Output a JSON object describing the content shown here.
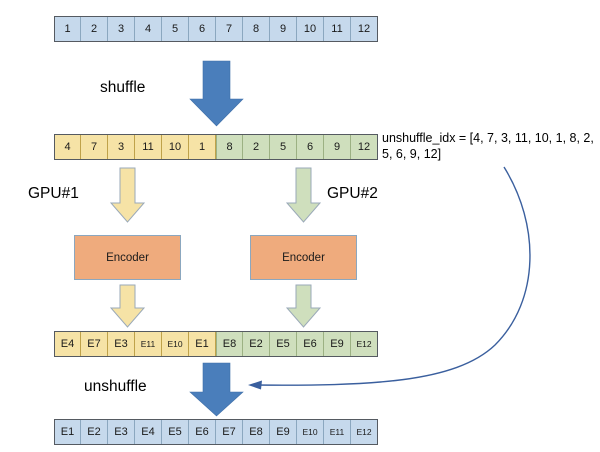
{
  "diagram": {
    "title_text": "",
    "colors": {
      "blue_fill": "#c6d9ec",
      "blue_border": "#8ba7bf",
      "yellow_fill": "#f6e3a6",
      "yellow_border": "#bfa24a",
      "green_fill": "#cfdfbd",
      "green_border": "#9cb183",
      "encoder_fill": "#efab7d",
      "encoder_border": "#8ba7bf",
      "blue_arrow": "#4a7ebb",
      "curve_arrow": "#3a5f9e",
      "row_outline": "#555a61"
    }
  },
  "input_row": {
    "name": "input-token-row",
    "cells": [
      {
        "text": "1",
        "color": "blue"
      },
      {
        "text": "2",
        "color": "blue"
      },
      {
        "text": "3",
        "color": "blue"
      },
      {
        "text": "4",
        "color": "blue"
      },
      {
        "text": "5",
        "color": "blue"
      },
      {
        "text": "6",
        "color": "blue"
      },
      {
        "text": "7",
        "color": "blue"
      },
      {
        "text": "8",
        "color": "blue"
      },
      {
        "text": "9",
        "color": "blue"
      },
      {
        "text": "10",
        "color": "blue"
      },
      {
        "text": "11",
        "color": "blue"
      },
      {
        "text": "12",
        "color": "blue"
      }
    ]
  },
  "shuffled_row": {
    "name": "shuffled-token-row",
    "cells": [
      {
        "text": "4",
        "color": "yellow"
      },
      {
        "text": "7",
        "color": "yellow"
      },
      {
        "text": "3",
        "color": "yellow"
      },
      {
        "text": "11",
        "color": "yellow"
      },
      {
        "text": "10",
        "color": "yellow"
      },
      {
        "text": "1",
        "color": "yellow"
      },
      {
        "text": "8",
        "color": "green"
      },
      {
        "text": "2",
        "color": "green"
      },
      {
        "text": "5",
        "color": "green"
      },
      {
        "text": "6",
        "color": "green"
      },
      {
        "text": "9",
        "color": "green"
      },
      {
        "text": "12",
        "color": "green"
      }
    ]
  },
  "encoded_row": {
    "name": "encoded-token-row",
    "cells": [
      {
        "text": "E4",
        "color": "yellow",
        "small": false
      },
      {
        "text": "E7",
        "color": "yellow",
        "small": false
      },
      {
        "text": "E3",
        "color": "yellow",
        "small": false
      },
      {
        "text": "E11",
        "color": "yellow",
        "small": true
      },
      {
        "text": "E10",
        "color": "yellow",
        "small": true
      },
      {
        "text": "E1",
        "color": "yellow",
        "small": false
      },
      {
        "text": "E8",
        "color": "green",
        "small": false
      },
      {
        "text": "E2",
        "color": "green",
        "small": false
      },
      {
        "text": "E5",
        "color": "green",
        "small": false
      },
      {
        "text": "E6",
        "color": "green",
        "small": false
      },
      {
        "text": "E9",
        "color": "green",
        "small": false
      },
      {
        "text": "E12",
        "color": "green",
        "small": true
      }
    ]
  },
  "output_row": {
    "name": "output-token-row",
    "cells": [
      {
        "text": "E1",
        "color": "blue",
        "small": false
      },
      {
        "text": "E2",
        "color": "blue",
        "small": false
      },
      {
        "text": "E3",
        "color": "blue",
        "small": false
      },
      {
        "text": "E4",
        "color": "blue",
        "small": false
      },
      {
        "text": "E5",
        "color": "blue",
        "small": false
      },
      {
        "text": "E6",
        "color": "blue",
        "small": false
      },
      {
        "text": "E7",
        "color": "blue",
        "small": false
      },
      {
        "text": "E8",
        "color": "blue",
        "small": false
      },
      {
        "text": "E9",
        "color": "blue",
        "small": false
      },
      {
        "text": "E10",
        "color": "blue",
        "small": true
      },
      {
        "text": "E11",
        "color": "blue",
        "small": true
      },
      {
        "text": "E12",
        "color": "blue",
        "small": true
      }
    ]
  },
  "labels": {
    "shuffle": "shuffle",
    "unshuffle": "unshuffle",
    "gpu1": "GPU#1",
    "gpu2": "GPU#2",
    "encoder_left": "Encoder",
    "encoder_right": "Encoder",
    "unshuffle_idx": "unshuffle_idx = [4, 7, 3, 11, 10, 1, 8, 2, 5, 6, 9, 12]"
  },
  "arrows": [
    {
      "name": "shuffle-arrow",
      "icon": "arrow-down-icon",
      "color": "#4a7ebb"
    },
    {
      "name": "gpu1-input-arrow",
      "icon": "arrow-down-icon",
      "color": "#f6e3a6"
    },
    {
      "name": "gpu2-input-arrow",
      "icon": "arrow-down-icon",
      "color": "#cfdfbd"
    },
    {
      "name": "gpu1-output-arrow",
      "icon": "arrow-down-icon",
      "color": "#f6e3a6"
    },
    {
      "name": "gpu2-output-arrow",
      "icon": "arrow-down-icon",
      "color": "#cfdfbd"
    },
    {
      "name": "unshuffle-arrow",
      "icon": "arrow-down-icon",
      "color": "#4a7ebb"
    },
    {
      "name": "unshuffle-idx-curve-arrow",
      "icon": "curved-arrow-left-icon",
      "color": "#3a5f9e"
    }
  ]
}
